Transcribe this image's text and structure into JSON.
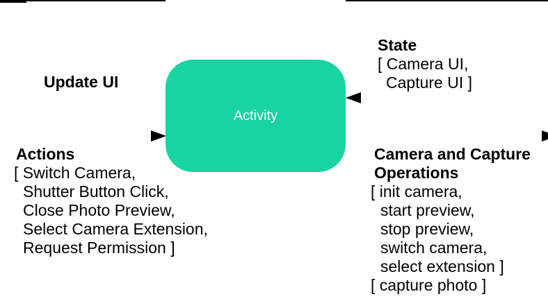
{
  "diagram": {
    "colors": {
      "accent": "#18d3a2",
      "box_text": "#ffffff",
      "line": "#000000",
      "background": "#ffffff"
    },
    "center_box": {
      "label": "Activity"
    },
    "update_ui": {
      "label": "Update UI"
    },
    "actions": {
      "label": "Actions",
      "items": [
        "[ Switch Camera,",
        "Shutter Button Click,",
        "Close Photo Preview,",
        "Select Camera Extension,",
        "Request Permission ]"
      ]
    },
    "state": {
      "label": "State",
      "items": [
        "[ Camera UI,",
        "Capture UI ]"
      ]
    },
    "operations": {
      "label_line1": "Camera and Capture",
      "label_line2": "Operations",
      "items": [
        "[ init camera,",
        "start preview,",
        "stop preview,",
        "switch camera,",
        "select extension ]",
        "[ capture photo ]"
      ]
    }
  }
}
